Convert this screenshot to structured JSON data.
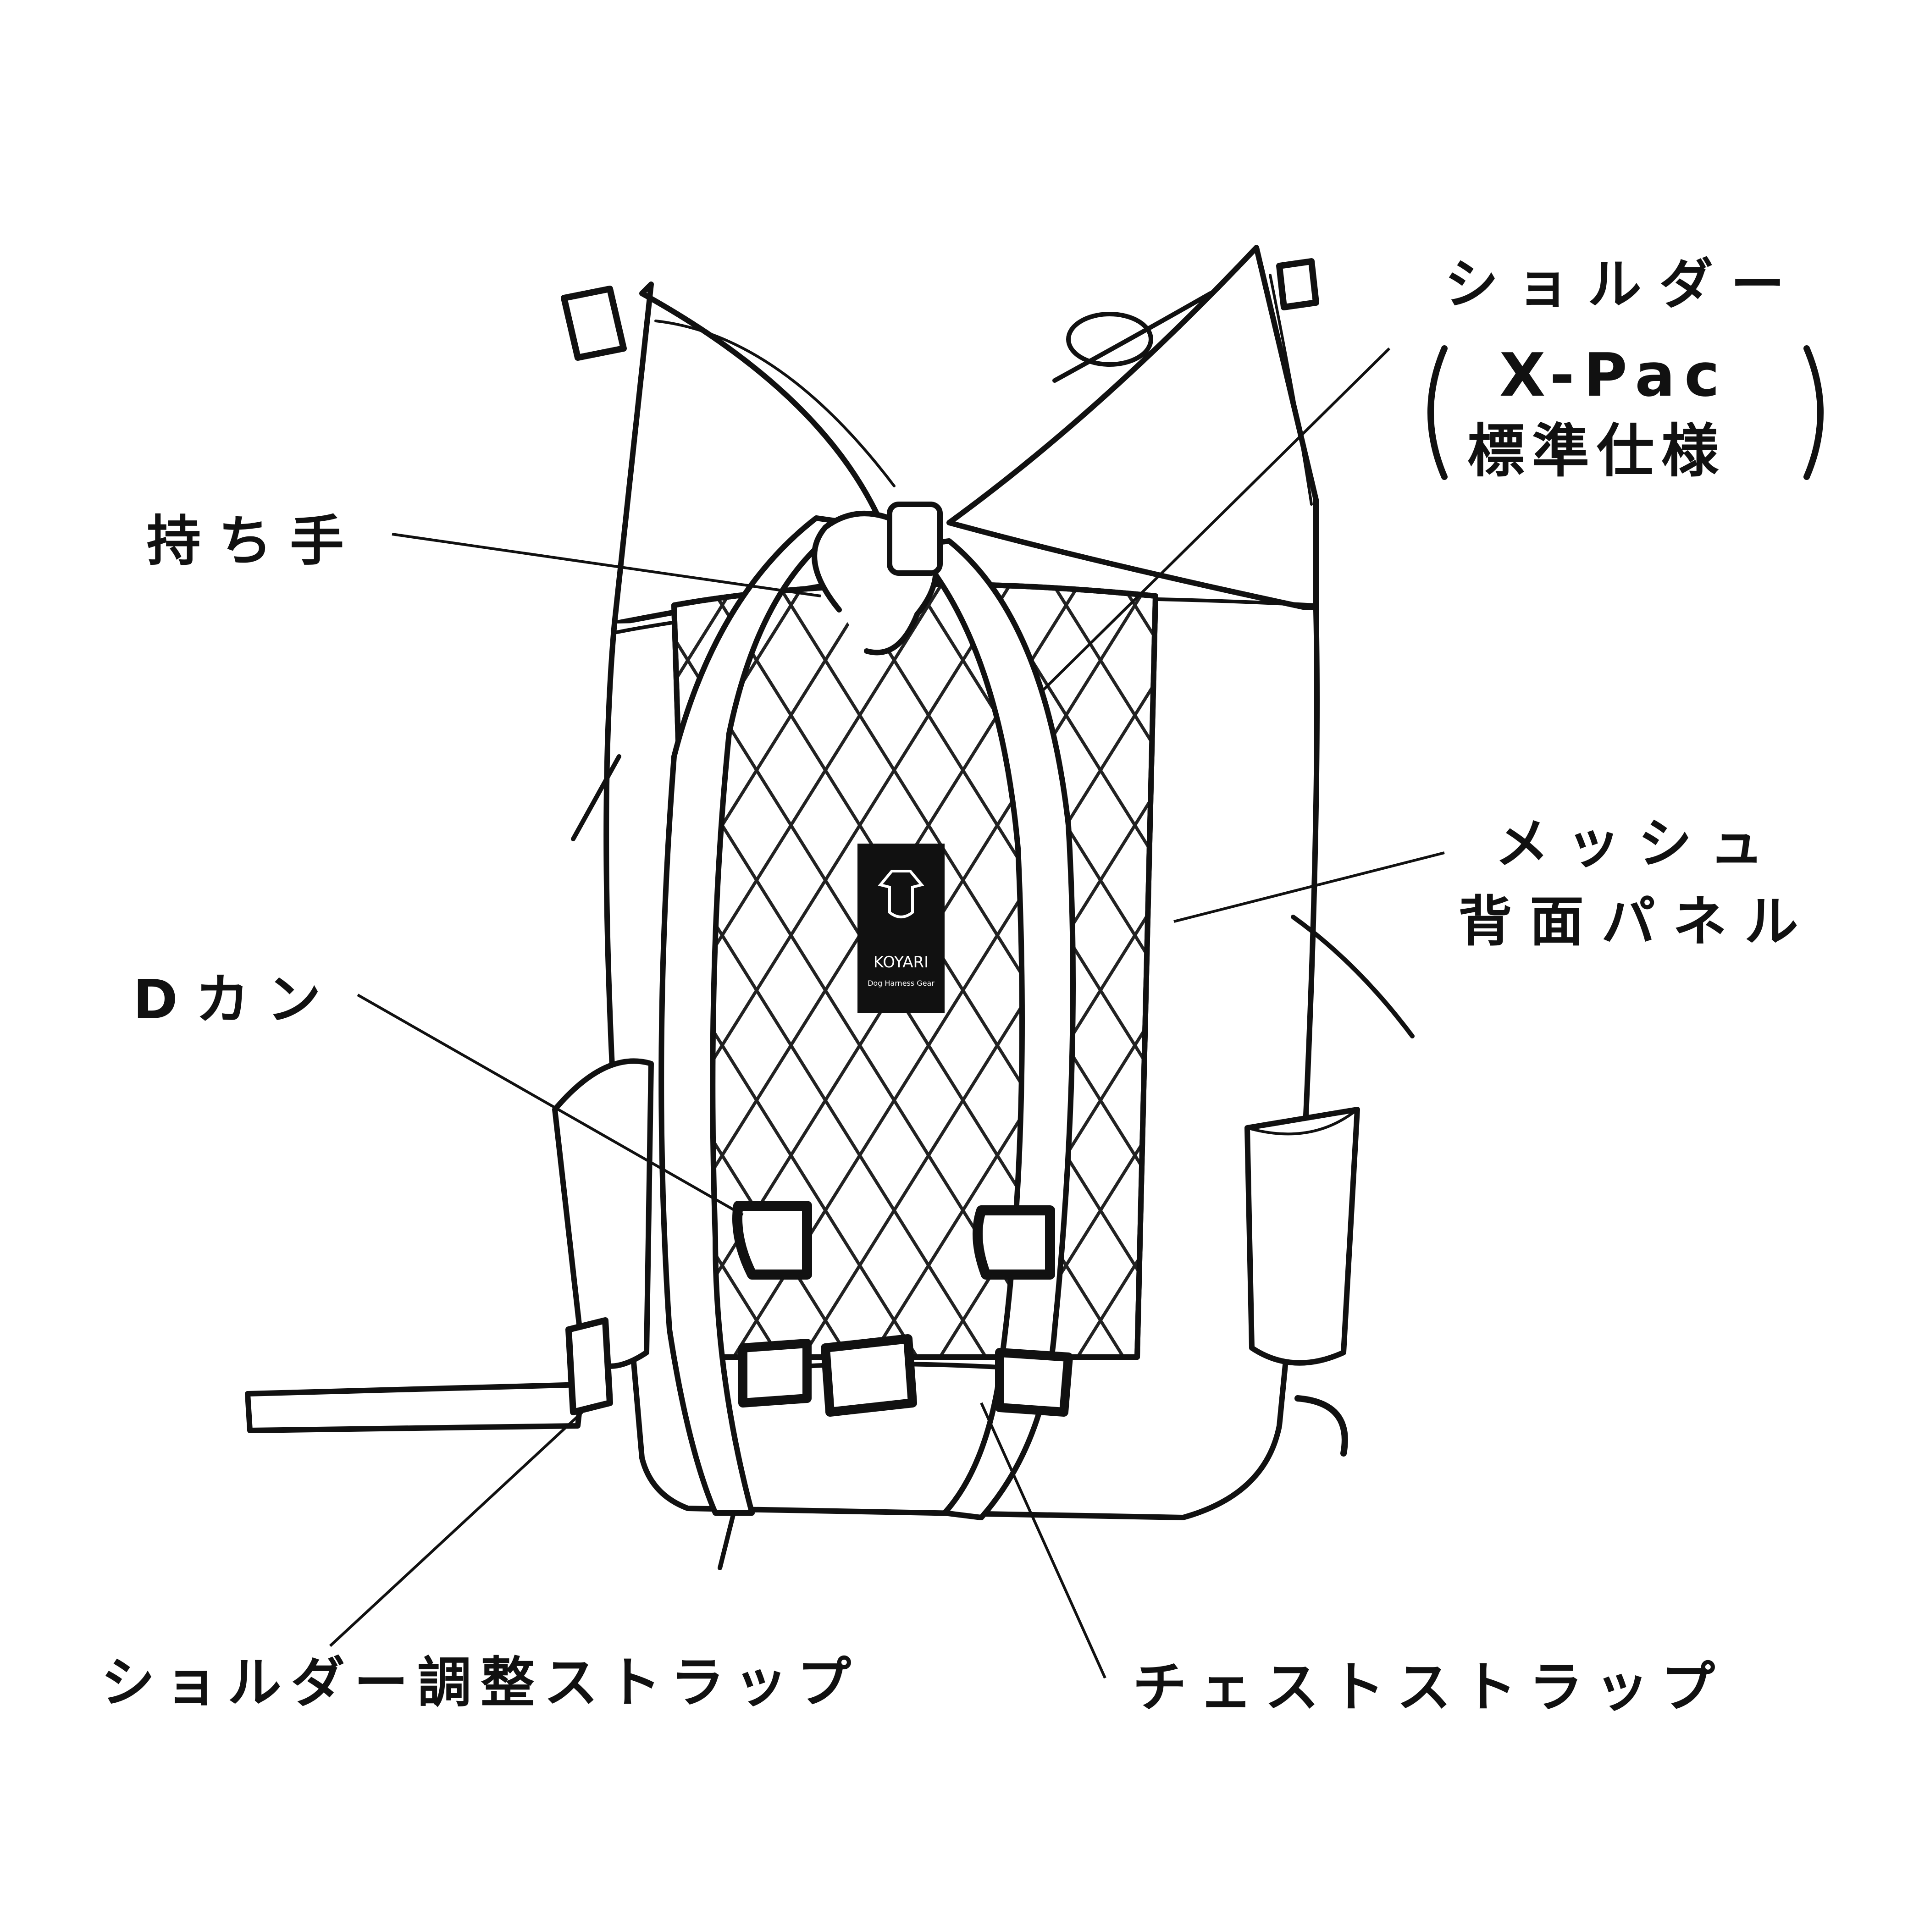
{
  "labels": {
    "handle": "持ち手",
    "shoulder_line1": "ショルダー",
    "shoulder_line2": "X-Pac",
    "shoulder_line3": "標準仕様",
    "mesh_line1": "メッシュ",
    "mesh_line2": "背面パネル",
    "d_ring": "Dカン",
    "shoulder_adjust": "ショルダー調整ストラップ",
    "chest_strap": "チェストストラップ"
  },
  "logo": {
    "brand": "KOYARI",
    "sub": "Dog Harness Gear"
  },
  "colors": {
    "ink": "#111111",
    "background": "#ffffff"
  }
}
